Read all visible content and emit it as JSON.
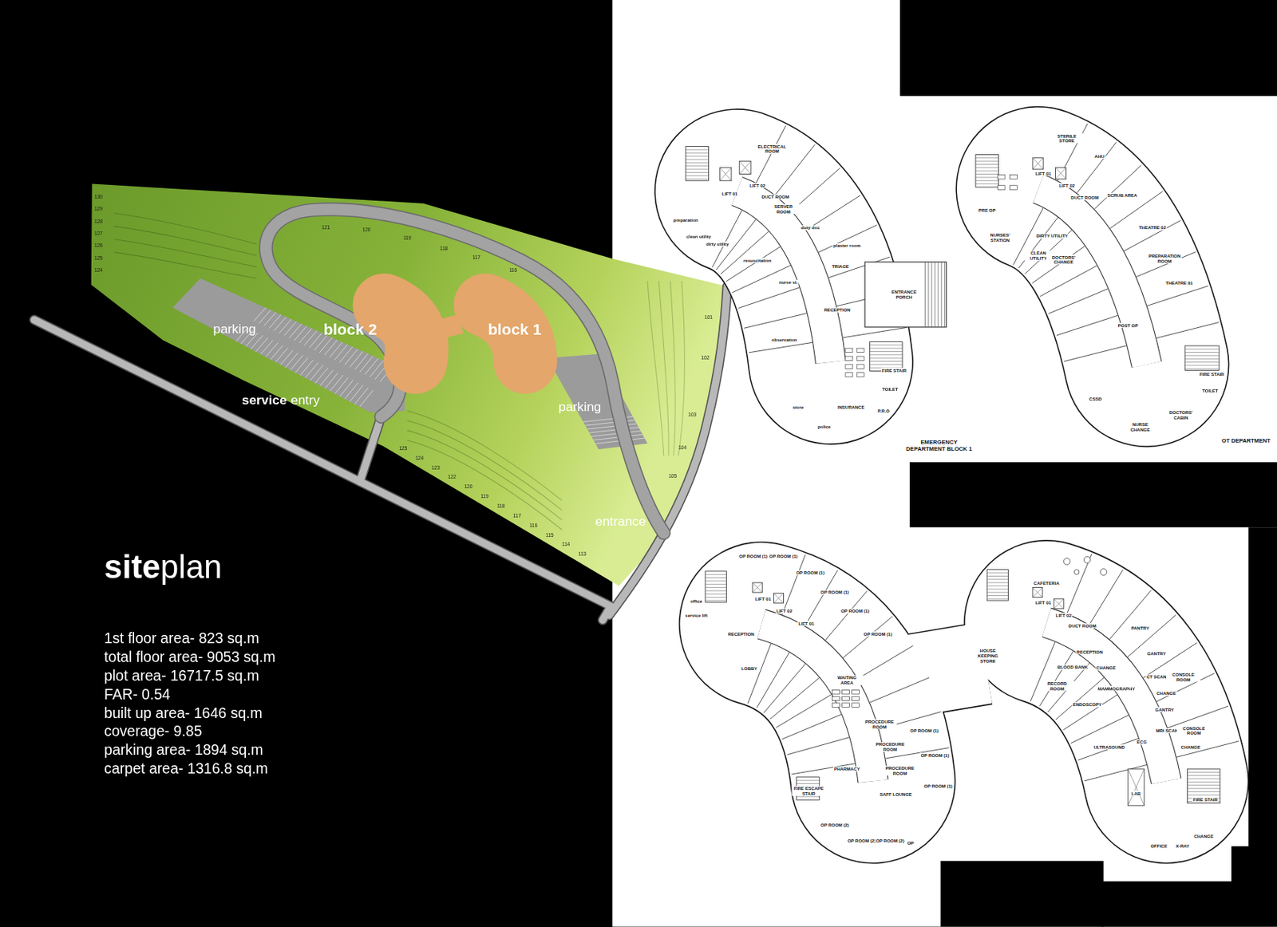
{
  "diagram": {
    "nodes": [
      {
        "text": [
          "block 2"
        ]
      },
      {
        "text": [
          "block 1"
        ]
      },
      {
        "text": [
          "ELECTRICAL ROOM",
          "LIFT 01",
          "LIFT 02",
          "DUCT ROOM",
          "SERVER ROOM",
          "preparation",
          "clean utility",
          "dirty utility",
          "resuscitation",
          "duty doc",
          "plaster room",
          "TRIAGE",
          "nurse st.",
          "RECEPTION",
          "ENTRANCE PORCH",
          "observation",
          "FIRE STAIR",
          "TOILET",
          "store",
          "INSURANCE",
          "police",
          "P.R.O",
          "EMERGENCY DEPARTMENT BLOCK 1"
        ]
      },
      {
        "text": [
          "STERILE STORE",
          "AHU",
          "LIFT 01",
          "LIFT 02",
          "DUCT ROOM",
          "SCRUB AREA",
          "PRE OP",
          "THEATRE 02",
          "NURSES' STATION",
          "DIRTY UTILITY",
          "CLEAN UTILITY",
          "DOCTORS' CHANGE",
          "PREPARATION ROOM",
          "THEATRE 01",
          "POST OP",
          "FIRE STAIR",
          "TOILET",
          "CSSD",
          "NURSE CHANGE",
          "DOCTORS' CABIN",
          "OT DEPARTMENT"
        ]
      },
      {
        "text": [
          "OP ROOM (1)",
          "OP ROOM (1)",
          "OP ROOM (1)",
          "OP ROOM (1)",
          "OP ROOM (1)",
          "OP ROOM (1)",
          "office",
          "service lift",
          "LIFT 01",
          "LIFT 02",
          "LIFT 01",
          "RECEPTION",
          "LOBBY",
          "WAITING AREA",
          "PROCEDURE ROOM",
          "PROCEDURE ROOM",
          "PROCEDURE ROOM",
          "OP ROOM (1)",
          "OP ROOM (1)",
          "OP ROOM (1)",
          "PHARMACY",
          "SAFF LOUNGE",
          "FIRE ESCAPE STAIR",
          "OP ROOM (2)",
          "OP ROOM (2)",
          "OP ROOM (2)",
          "OP",
          "HOUSE KEEPING STORE",
          "CAFETERIA",
          "LIFT 01",
          "LIFT 02",
          "DUCT ROOM",
          "RECEPTION",
          "PANTRY",
          "GANTRY",
          "BLOOD BANK",
          "CHANGE",
          "RECORD ROOM",
          "MAMMOGRAPHY",
          "CT SCAN",
          "CONSOLE ROOM",
          "CHANGE",
          "ENDOSCOPY",
          "GANTRY",
          "MRI SCAN",
          "CONSOLE ROOM",
          "CHANGE",
          "ULTRASOUND",
          "ECG",
          "LAB",
          "FIRE STAIR",
          "OFFICE",
          "X-RAY",
          "CHANGE"
        ]
      }
    ],
    "labels": [
      "site",
      "plan",
      "1st floor area- 823 sq.m",
      "total floor area- 9053 sq.m",
      "plot area- 16717.5 sq.m",
      "FAR- 0.54",
      "built up area- 1646 sq.m",
      "coverage- 9.85",
      "parking area- 1894 sq.m",
      "carpet area- 1316.8 sq.m",
      "parking",
      "parking",
      "service",
      "entry",
      "entrance",
      "130",
      "129",
      "128",
      "127",
      "126",
      "125",
      "124",
      "121",
      "120",
      "119",
      "118",
      "117",
      "116",
      "125",
      "124",
      "123",
      "122",
      "120",
      "119",
      "118",
      "117",
      "116",
      "115",
      "114",
      "113",
      "101",
      "102",
      "103",
      "104",
      "105"
    ]
  }
}
